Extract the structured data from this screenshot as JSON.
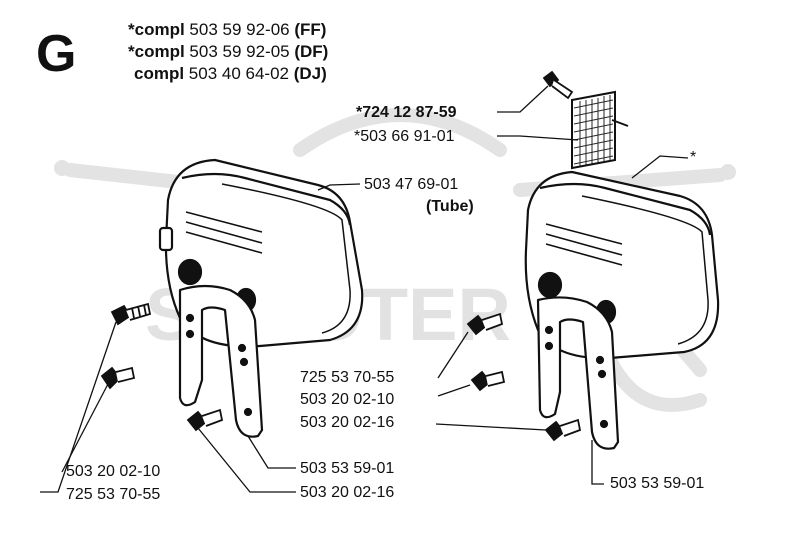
{
  "section_letter": "G",
  "header": [
    {
      "prefix": "*compl",
      "number": "503 59 92-06",
      "code": "(FF)"
    },
    {
      "prefix": "*compl",
      "number": "503 59 92-05",
      "code": "(DF)"
    },
    {
      "prefix": "compl",
      "number": "503 40 64-02",
      "code": "(DJ)"
    }
  ],
  "labels": {
    "screen_screw": "*724 12 87-59",
    "spark_screen": "*503 66 91-01",
    "muffler_left": "503 47 69-01",
    "tube": "(Tube)",
    "asterisk": "*",
    "right_725": "725 53 70-55",
    "right_503_20_10": "503 20 02-10",
    "right_503_20_16": "503 20 02-16",
    "right_bracket": "503 53 59-01",
    "left_503_20_10": "503 20 02-10",
    "left_725": "725 53 70-55",
    "left_bracket": "503 53 59-01",
    "left_503_20_16": "503 20 02-16"
  },
  "watermark": {
    "text": "SCOOTER",
    "color": "#dcdcdc"
  }
}
